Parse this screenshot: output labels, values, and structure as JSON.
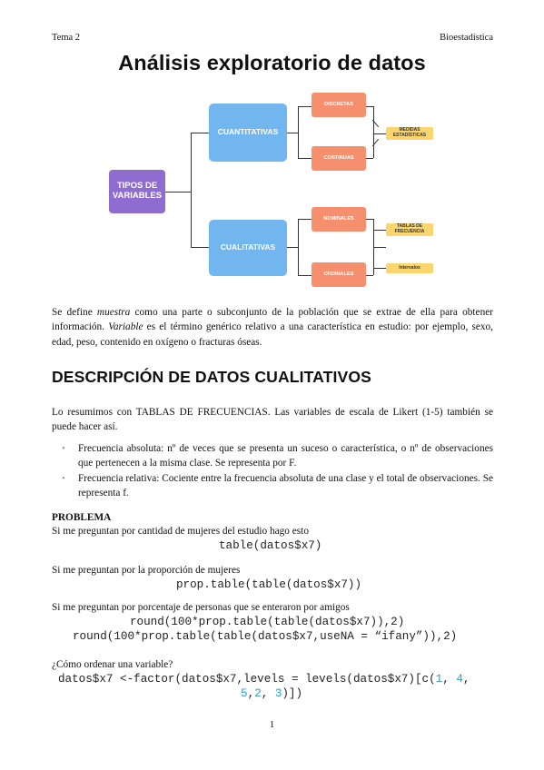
{
  "header": {
    "left": "Tema 2",
    "right": "Bioestadística"
  },
  "title": "Análisis exploratorio de datos",
  "diagram": {
    "root": "TIPOS DE VARIABLES",
    "quant": "CUANTITATIVAS",
    "qual": "CUALITATIVAS",
    "discretas": "DISCRETAS",
    "continuas": "CONTINUAS",
    "nominales": "NOMINALES",
    "ordinales": "ORDINALES",
    "medidas": "MEDIDAS ESTADÍSTICAS",
    "tablas": "TABLAS DE FRECUENCIA",
    "intervalos": "Intervalos",
    "colors": {
      "root": "#8e6cd0",
      "branch": "#72b6ef",
      "leaf": "#f58f6e",
      "result": "#fbd56e"
    }
  },
  "intro": {
    "p1": "Se define ",
    "em1": "muestra",
    "p2": " como una parte o subconjunto de la población que se extrae de ella para obtener información. ",
    "em2": "Variable",
    "p3": " es el término genérico relativo a una característica en estudio: por ejemplo, sexo, edad, peso, contenido en oxígeno o fracturas óseas."
  },
  "section_title": "DESCRIPCIÓN DE DATOS CUALITATIVOS",
  "section_intro": "Lo resumimos con TABLAS DE FRECUENCIAS. Las variables de escala de Likert (1-5) también se puede hacer así.",
  "bullets": [
    "Frecuencia absoluta: nº de veces que se presenta un suceso o característica, o nº de observaciones que pertenecen a la misma clase. Se representa por F.",
    "Frecuencia relativa: Cociente entre la frecuencia absoluta de una clase y el total de observaciones. Se representa f."
  ],
  "problema": {
    "heading": "PROBLEMA",
    "q1": "Si me preguntan por cantidad de mujeres del estudio hago esto",
    "c1": "table(datos$x7)",
    "q2": "Si me preguntan por la proporción de mujeres",
    "c2": "prop.table(table(datos$x7))",
    "q3": "Si me preguntan por porcentaje de personas que se enteraron por amigos",
    "c3a": "round(100*prop.table(table(datos$x7)),2)",
    "c3b": "round(100*prop.table(table(datos$x7,useNA = “ifany”)),2)",
    "q4": "¿Cómo ordenar una variable?",
    "c4a_pre": "datos$x7 <-factor(datos$x7,levels = levels(datos$x7)[c(",
    "c4a_n1": "1",
    "c4a_sep1": ", ",
    "c4a_n2": "4",
    "c4a_sep2": ",",
    "c4b_n3": "5",
    "c4b_sep3": ",",
    "c4b_n4": "2",
    "c4b_sep4": ", ",
    "c4b_n5": "3",
    "c4b_post": ")])"
  },
  "page_number": "1"
}
